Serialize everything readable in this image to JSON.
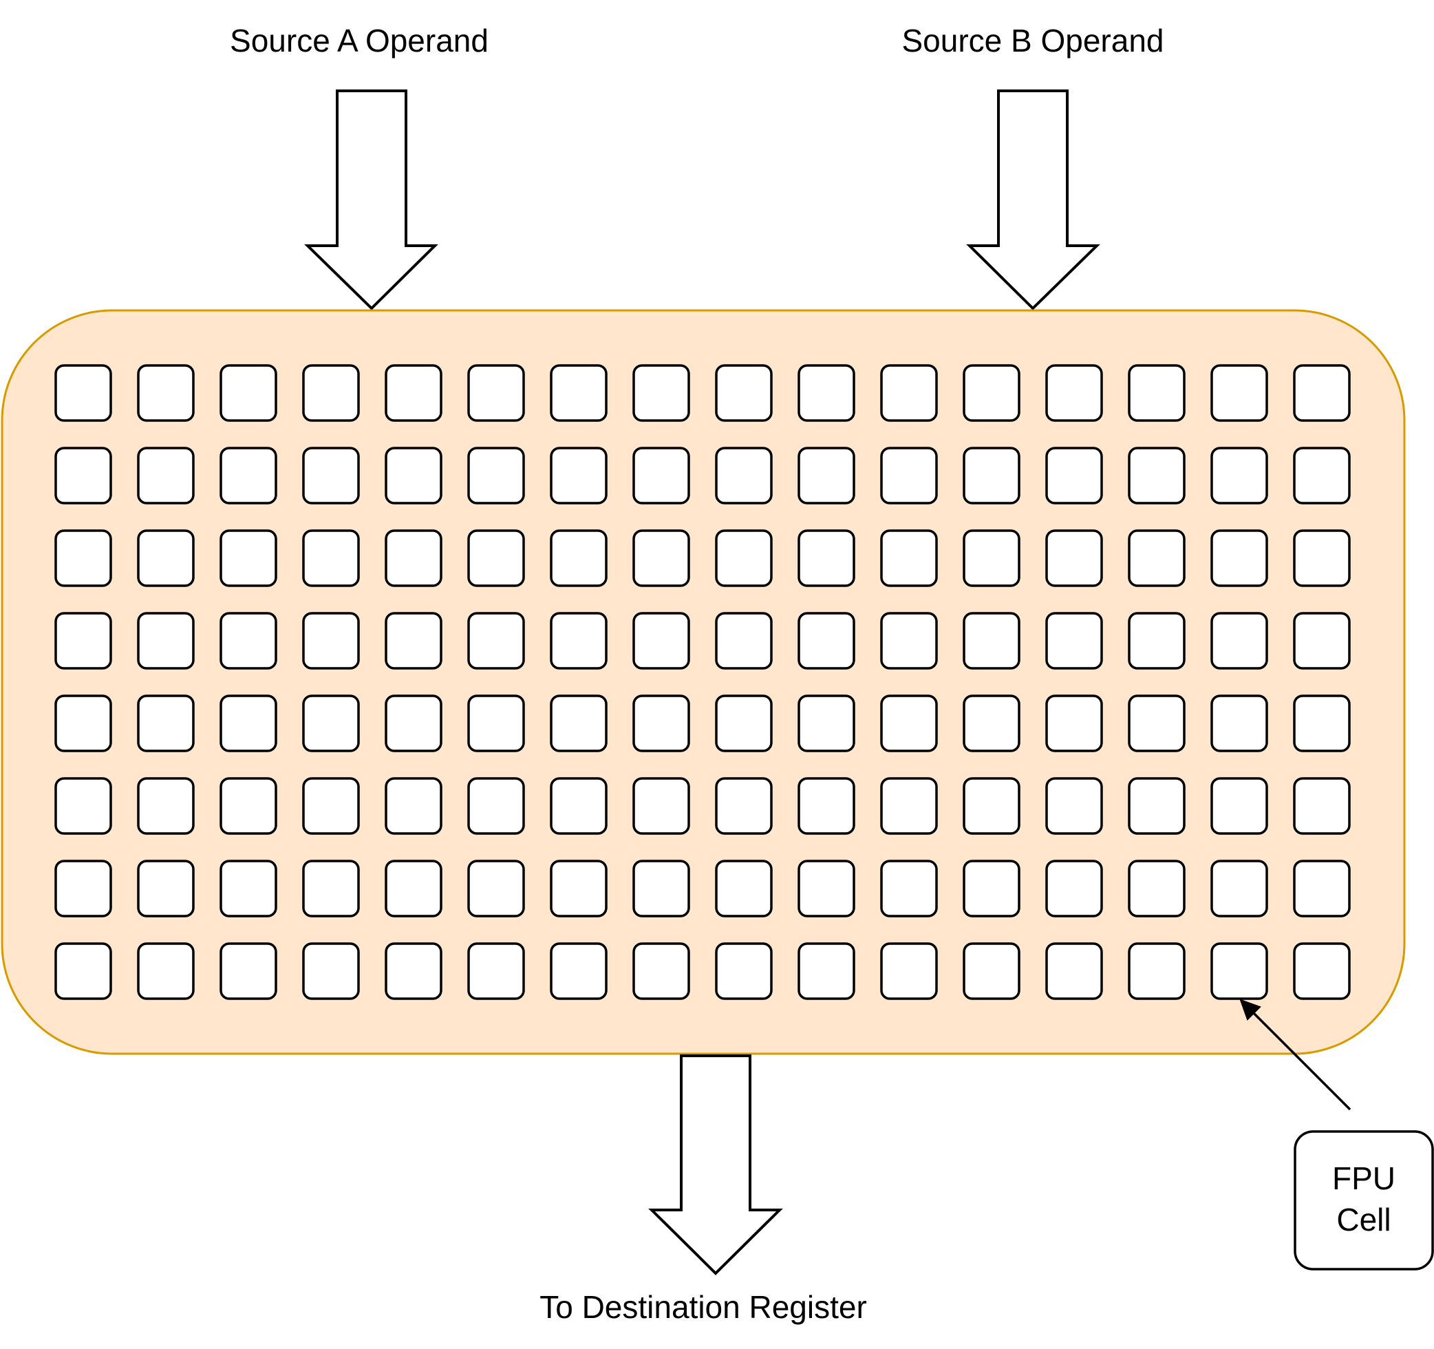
{
  "diagram": {
    "source_a_label": "Source A Operand",
    "source_b_label": "Source B Operand",
    "destination_label": "To Destination Register",
    "legend_label_line1": "FPU",
    "legend_label_line2": "Cell",
    "grid": {
      "rows": 8,
      "columns": 16
    },
    "colors": {
      "array_fill": "#FFE6CC",
      "array_stroke": "#D79B00",
      "cell_fill": "#FFFFFF",
      "cell_stroke": "#000000"
    }
  }
}
